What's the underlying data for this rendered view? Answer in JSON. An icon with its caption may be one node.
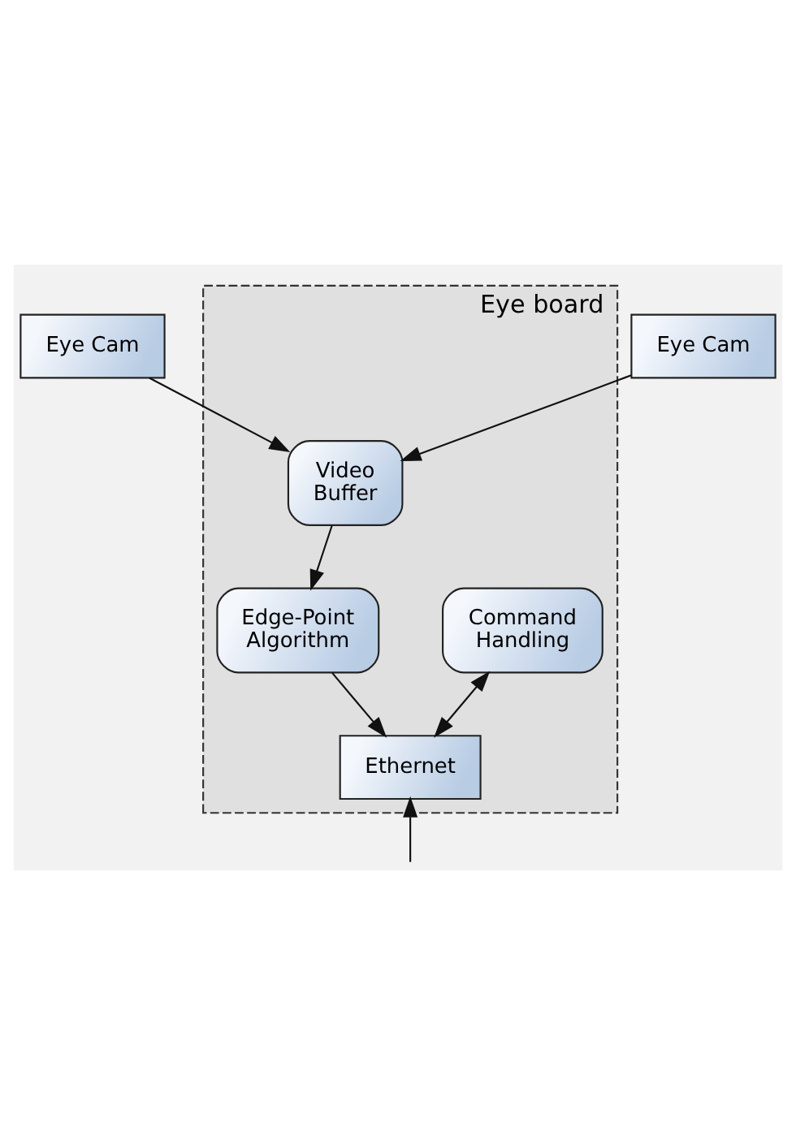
{
  "diagram": {
    "nodes": [
      {
        "text": [
          "Eye Cam"
        ]
      },
      {
        "text": [
          "Eye Cam"
        ]
      },
      {
        "text": [
          "Eye board"
        ]
      },
      {
        "text": [
          "Video Buffer"
        ],
        "in": 2
      },
      {
        "text": [
          "Edge-Point Algorithm"
        ],
        "in": 2
      },
      {
        "text": [
          "Command Handling"
        ],
        "in": 2
      },
      {
        "text": [
          "Ethernet"
        ],
        "in": 2
      }
    ],
    "edges": [
      {
        "from": 0,
        "to": 3,
        "arrow": "to"
      },
      {
        "from": 1,
        "to": 3,
        "arrow": "to"
      },
      {
        "from": 3,
        "to": 4,
        "arrow": "to"
      },
      {
        "from": 4,
        "to": 6,
        "arrow": "to"
      },
      {
        "from": 5,
        "to": 6,
        "arrow": "both"
      },
      {
        "from": null,
        "to": 6,
        "arrow": "to"
      }
    ]
  }
}
